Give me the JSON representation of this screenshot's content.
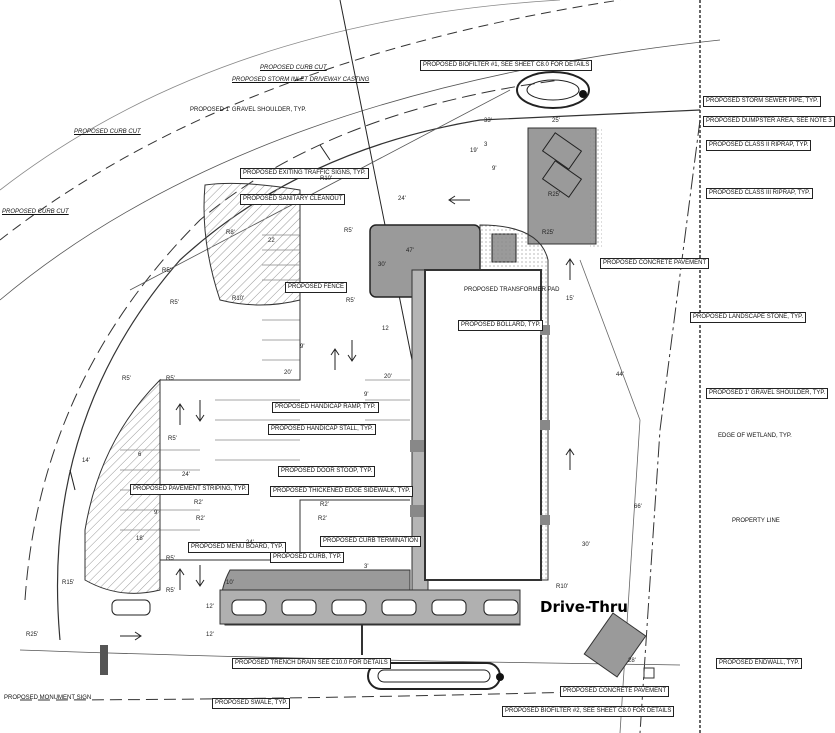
{
  "labels": {
    "biofilter1": "PROPOSED BIOFILTER #1, SEE SHEET C8.0 FOR DETAILS",
    "curb_cut_top": "PROPOSED CURB CUT",
    "storm_inlet": "PROPOSED STORM INLET DRIVEWAY CASTING",
    "gravel_shoulder_top": "PROPOSED 1' GRAVEL SHOULDER, TYP.",
    "curb_cut_mid": "PROPOSED CURB CUT",
    "exiting_signs": "PROPOSED EXITING TRAFFIC SIGNS, TYP.",
    "sanitary_cleanout": "PROPOSED SANITARY CLEANOUT",
    "curb_cut_left": "PROPOSED CURB CUT",
    "fence": "PROPOSED FENCE",
    "transformer": "PROPOSED TRANSFORMER PAD",
    "bollard": "PROPOSED BOLLARD, TYP.",
    "storm_sewer": "PROPOSED STORM SEWER PIPE, TYP.",
    "dumpster": "PROPOSED DUMPSTER AREA, SEE NOTE 3",
    "riprap2": "PROPOSED CLASS II RIPRAP, TYP.",
    "riprap3": "PROPOSED CLASS III RIPRAP, TYP.",
    "concrete_pavement_right": "PROPOSED CONCRETE PAVEMENT",
    "landscape_stone": "PROPOSED LANDSCAPE STONE, TYP.",
    "gravel_shoulder_right": "PROPOSED 1' GRAVEL SHOULDER, TYP.",
    "edge_wetland": "EDGE OF WETLAND, TYP.",
    "property_line": "PROPERTY LINE",
    "handicap_ramp": "PROPOSED HANDICAP RAMP, TYP.",
    "handicap_stall": "PROPOSED HANDICAP STALL, TYP.",
    "door_stoop": "PROPOSED DOOR STOOP, TYP.",
    "thickened_sidewalk": "PROPOSED THICKENED EDGE SIDEWALK, TYP.",
    "pavement_striping": "PROPOSED PAVEMENT STRIPING, TYP.",
    "curb_termination": "PROPOSED CURB TERMINATION",
    "menu_board": "PROPOSED MENU BOARD, TYP.",
    "curb_typ": "PROPOSED CURB, TYP.",
    "endwall": "PROPOSED ENDWALL, TYP.",
    "trench_drain": "PROPOSED TRENCH DRAIN SEE C10.0 FOR DETAILS",
    "swale": "PROPOSED SWALE, TYP.",
    "concrete_pavement_bottom": "PROPOSED CONCRETE PAVEMENT",
    "biofilter2": "PROPOSED BIOFILTER #2, SEE SHEET C8.0 FOR DETAILS",
    "monument_sign": "PROPOSED MONUMENT SIGN",
    "drive_thru": "Drive-Thru"
  },
  "dimensions": {
    "d33": "33'",
    "d25a": "25'",
    "d19": "19'",
    "d9a": "9'",
    "d3": "3",
    "r10a": "R10'",
    "d24a": "24'",
    "r25a": "R25'",
    "r25b": "R25'",
    "r5a": "R5'",
    "d47": "47'",
    "d30a": "30'",
    "r5b": "R5'",
    "r8": "R8'",
    "n22": "22",
    "r5c": "R5'",
    "r5d": "R5'",
    "r10b": "R10'",
    "n12": "12",
    "d9b": "9'",
    "d20a": "20'",
    "d20b": "20'",
    "d9c": "9'",
    "d15": "15'",
    "d44": "44'",
    "d66": "66'",
    "d30b": "30'",
    "r5e": "R5'",
    "r5f": "R5'",
    "r5g": "R5'",
    "n6": "6",
    "d14": "14'",
    "d24b": "24'",
    "r2a": "R2'",
    "d9d": "9'",
    "r2b": "R2'",
    "r2c": "R2'",
    "r2d": "R2'",
    "d18": "18'",
    "d24c": "24'",
    "r5h": "R5'",
    "r5i": "R5'",
    "r15": "R15'",
    "d10": "10'",
    "d3b": "3'",
    "d12a": "12'",
    "d12b": "12'",
    "r25c": "R25'",
    "r10c": "R10'",
    "d28": "28'"
  },
  "colors": {
    "building_edge": "#777777",
    "pavement_gray": "#9a9a9a",
    "line": "#222222"
  }
}
